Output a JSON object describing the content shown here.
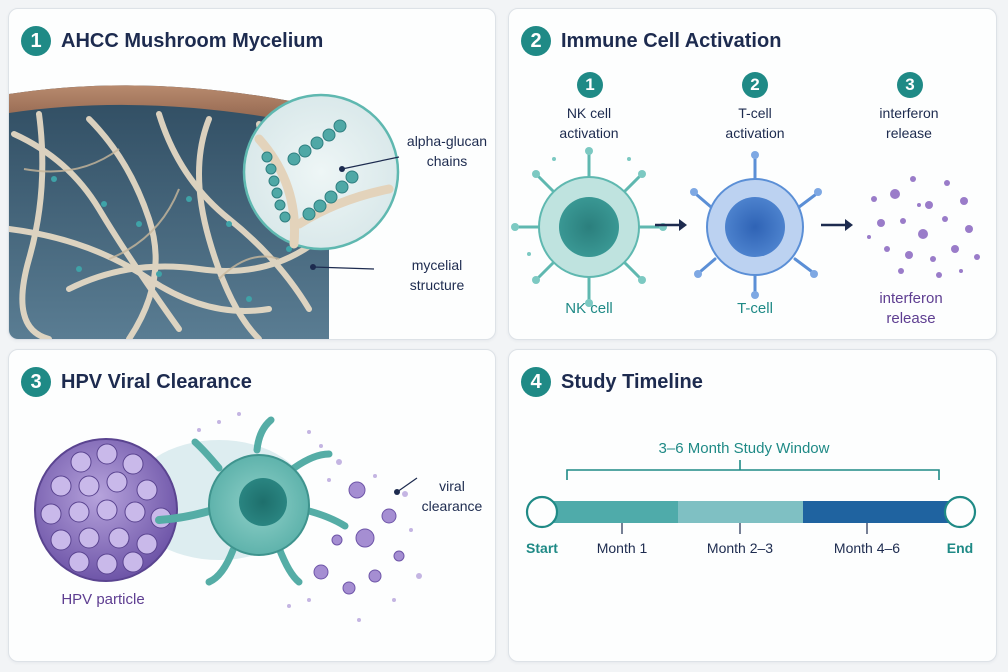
{
  "panels": {
    "mycelium": {
      "number": "1",
      "title": "AHCC Mushroom Mycelium",
      "label_glucan": "alpha-glucan\nchains",
      "label_structure": "mycelial\nstructure"
    },
    "immune": {
      "number": "2",
      "title": "Immune Cell Activation",
      "steps": [
        {
          "number": "1",
          "caption": "NK cell\nactivation",
          "name": "NK cell"
        },
        {
          "number": "2",
          "caption": "T-cell\nactivation",
          "name": "T-cell"
        },
        {
          "number": "3",
          "caption": "interferon\nrelease",
          "name": "interferon\nrelease"
        }
      ]
    },
    "clearance": {
      "number": "3",
      "title": "HPV Viral Clearance",
      "label_particle": "HPV particle",
      "label_clearance": "viral\nclearance"
    },
    "timeline": {
      "number": "4",
      "title": "Study Timeline",
      "window_label": "3–6 Month Study Window",
      "start_label": "Start",
      "end_label": "End",
      "segments": [
        {
          "label": "Month 1",
          "color": "#4fabaa"
        },
        {
          "label": "Month 2–3",
          "color": "#7fc0c3"
        },
        {
          "label": "Month 4–6",
          "color": "#1f63a0"
        }
      ]
    }
  },
  "colors": {
    "teal": "#1f8a86",
    "navy": "#1d2b4f",
    "purple": "#5e3e91",
    "nk_cell": "#5fb8b0",
    "t_cell": "#5b8fd6",
    "interferon": "#9a7cc9"
  }
}
